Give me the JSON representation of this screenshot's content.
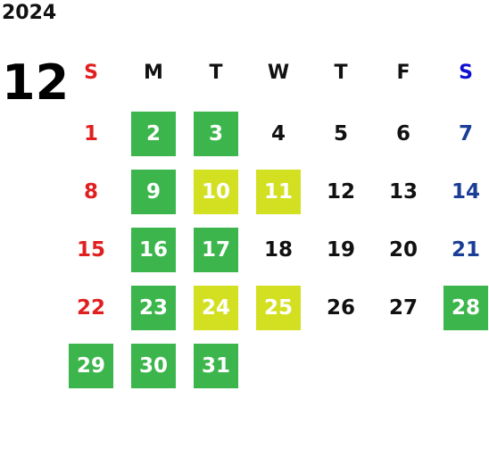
{
  "year": "2024",
  "month": "12",
  "weekdays": [
    "S",
    "M",
    "T",
    "W",
    "T",
    "F",
    "S"
  ],
  "highlight_colors": {
    "green": "#3cb64c",
    "yellow": "#d3e022",
    "sunday_text": "#e02020",
    "saturday_text": "#1a3e96"
  },
  "weeks": [
    [
      null,
      {
        "day": "2",
        "mark": "green"
      },
      {
        "day": "3",
        "mark": "green"
      },
      {
        "day": "4",
        "mark": null
      },
      {
        "day": "5",
        "mark": null
      },
      {
        "day": "6",
        "mark": null
      },
      {
        "day": "7",
        "mark": null
      }
    ],
    [
      {
        "day": "8",
        "mark": null
      },
      {
        "day": "9",
        "mark": "green"
      },
      {
        "day": "10",
        "mark": "yellow"
      },
      {
        "day": "11",
        "mark": "yellow"
      },
      {
        "day": "12",
        "mark": null
      },
      {
        "day": "13",
        "mark": null
      },
      {
        "day": "14",
        "mark": null
      }
    ],
    [
      {
        "day": "15",
        "mark": null
      },
      {
        "day": "16",
        "mark": "green"
      },
      {
        "day": "17",
        "mark": "green"
      },
      {
        "day": "18",
        "mark": null
      },
      {
        "day": "19",
        "mark": null
      },
      {
        "day": "20",
        "mark": null
      },
      {
        "day": "21",
        "mark": null
      }
    ],
    [
      {
        "day": "22",
        "mark": null
      },
      {
        "day": "23",
        "mark": "green"
      },
      {
        "day": "24",
        "mark": "yellow"
      },
      {
        "day": "25",
        "mark": "yellow"
      },
      {
        "day": "26",
        "mark": null
      },
      {
        "day": "27",
        "mark": null
      },
      {
        "day": "28",
        "mark": "green"
      }
    ],
    [
      {
        "day": "29",
        "mark": "green"
      },
      {
        "day": "30",
        "mark": "green"
      },
      {
        "day": "31",
        "mark": "green"
      },
      null,
      null,
      null,
      null
    ]
  ],
  "first_row_sunday": {
    "day": "1",
    "mark": null
  }
}
